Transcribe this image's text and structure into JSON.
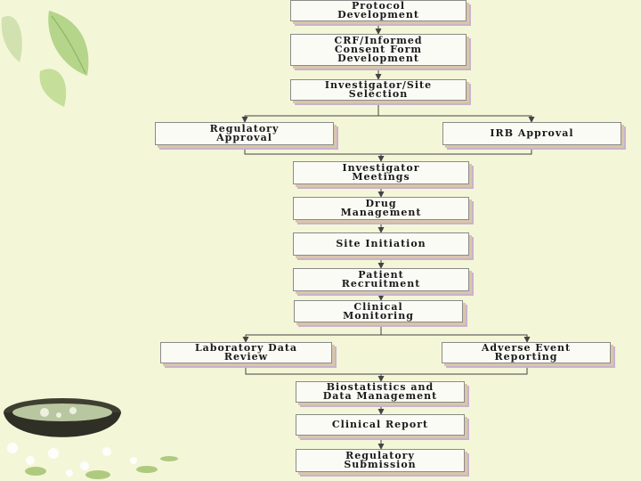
{
  "diagram": {
    "nodes": {
      "protocol": "Protocol\nDevelopment",
      "crf": "CRF/Informed\nConsent Form\nDevelopment",
      "investigator_site": "Investigator/Site\nSelection",
      "regulatory_approval": "Regulatory\nApproval",
      "irb": "IRB Approval",
      "investigator_meetings": "Investigator\nMeetings",
      "drug": "Drug\nManagement",
      "site_initiation": "Site Initiation",
      "patient_recruitment": "Patient\nRecruitment",
      "clinical_monitoring": "Clinical\nMonitoring",
      "laboratory": "Laboratory Data\nReview",
      "adverse_event": "Adverse Event\nReporting",
      "biostatistics": "Biostatistics and\nData Management",
      "clinical_report": "Clinical Report",
      "regulatory_submission": "Regulatory\nSubmission"
    }
  },
  "colors": {
    "background": "#f4f6d8",
    "box_fill": "#fbfbf6",
    "box_border": "#8a8a8a",
    "shadow_tan": "#d9c6a8",
    "shadow_lilac": "#c7b3d0",
    "connector": "#444444"
  }
}
